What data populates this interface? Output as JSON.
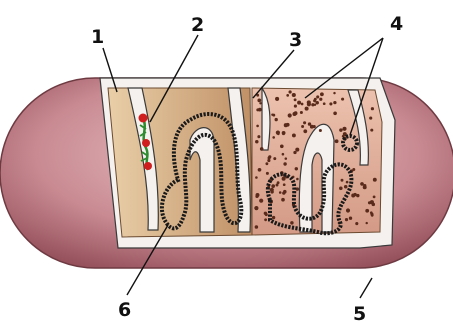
{
  "labels": {
    "l1": "1",
    "l2": "2",
    "l3": "3",
    "l4": "4",
    "l5": "5",
    "l6": "6"
  },
  "colors": {
    "outer_membrane": "#c98a92",
    "outer_shade": "#9e5a64",
    "intermembrane": "#f4f1ee",
    "matrix_tan": "#d8b48c",
    "matrix_brown": "#b07e55",
    "matrix_pink": "#e0b7a6",
    "granule": "#5a2a1a",
    "dna_strand": "#1a1a1a",
    "ribosome_red": "#d01e1e",
    "ribosome_green": "#2e8b2e"
  }
}
